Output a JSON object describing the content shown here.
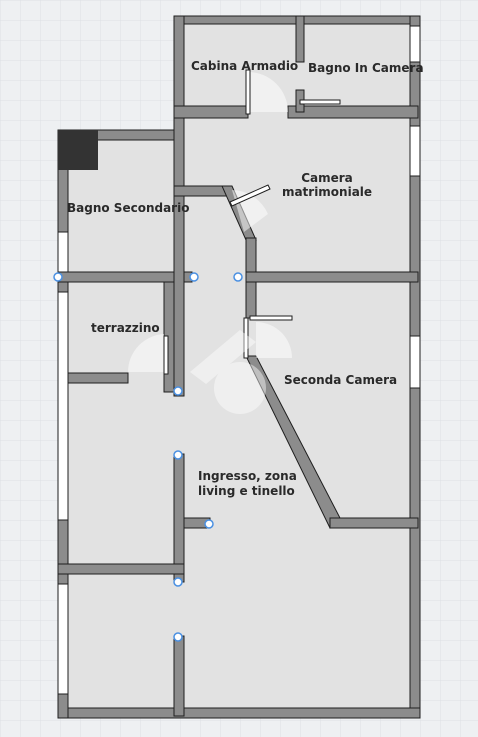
{
  "rooms": {
    "cabina_armadio": "Cabina Armadio",
    "bagno_in_camera": "Bagno In Camera",
    "camera_matrimoniale_line1": "Camera",
    "camera_matrimoniale_line2": "matrimoniale",
    "bagno_secondario": "Bagno Secondario",
    "terrazzino": "terrazzino",
    "seconda_camera": "Seconda Camera",
    "ingresso_line1": "Ingresso, zona",
    "ingresso_line2": "living e tinello"
  },
  "colors": {
    "background": "#eef0f2",
    "grid": "#dde0e4",
    "floor": "#e2e2e2",
    "wall_fill": "#8c8c8c",
    "wall_outline": "#1e1e1e",
    "column": "#333333",
    "handle": "#4a90e2"
  }
}
